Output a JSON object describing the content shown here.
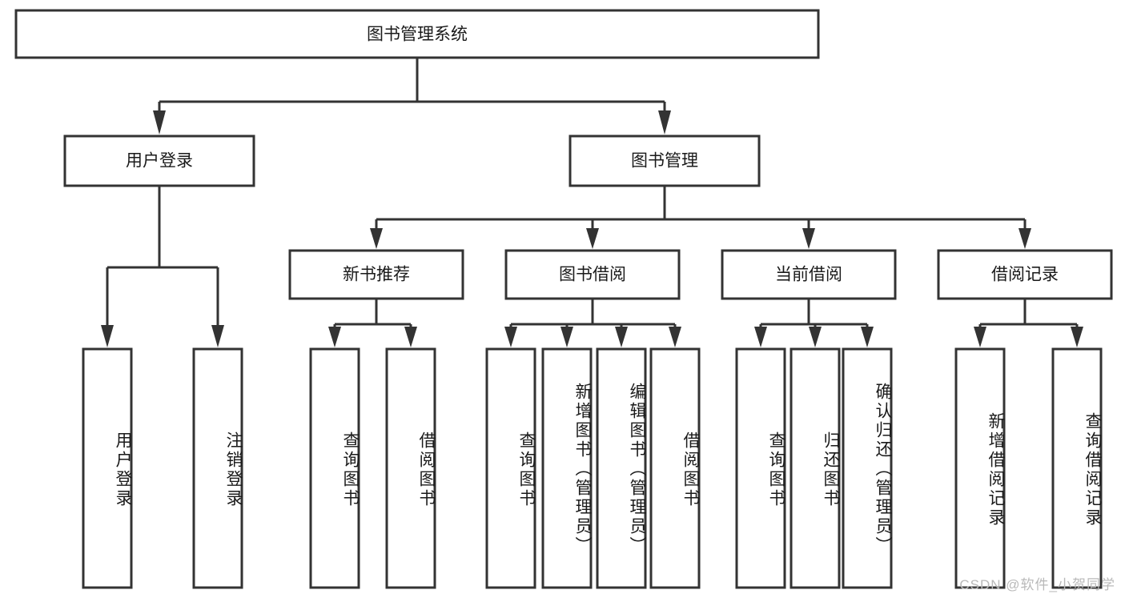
{
  "diagram": {
    "type": "tree",
    "title_node": "图书管理系统",
    "colors": {
      "box_fill": "#ffffff",
      "box_stroke": "#333333",
      "text": "#1a1a1a",
      "watermark": "#b9b9b9",
      "background": "#ffffff"
    },
    "root": {
      "label": "图书管理系统"
    },
    "level1": [
      {
        "label": "用户登录"
      },
      {
        "label": "图书管理"
      }
    ],
    "level2": [
      {
        "label": "新书推荐"
      },
      {
        "label": "图书借阅"
      },
      {
        "label": "当前借阅"
      },
      {
        "label": "借阅记录"
      }
    ],
    "leaves": {
      "user_login": [
        {
          "label": "用户登录"
        },
        {
          "label": "注销登录"
        }
      ],
      "new_book_recommend": [
        {
          "label": "查询图书"
        },
        {
          "label": "借阅图书"
        }
      ],
      "book_borrow": [
        {
          "label": "查询图书"
        },
        {
          "label": "新增图书（管理员）"
        },
        {
          "label": "编辑图书（管理员）"
        },
        {
          "label": "借阅图书"
        }
      ],
      "current_borrow": [
        {
          "label": "查询图书"
        },
        {
          "label": "归还图书"
        },
        {
          "label": "确认归还（管理员）"
        }
      ],
      "borrow_record": [
        {
          "label": "新增借阅记录"
        },
        {
          "label": "查询借阅记录"
        }
      ]
    }
  },
  "watermark": {
    "text": "CSDN @软件_小贺同学"
  }
}
